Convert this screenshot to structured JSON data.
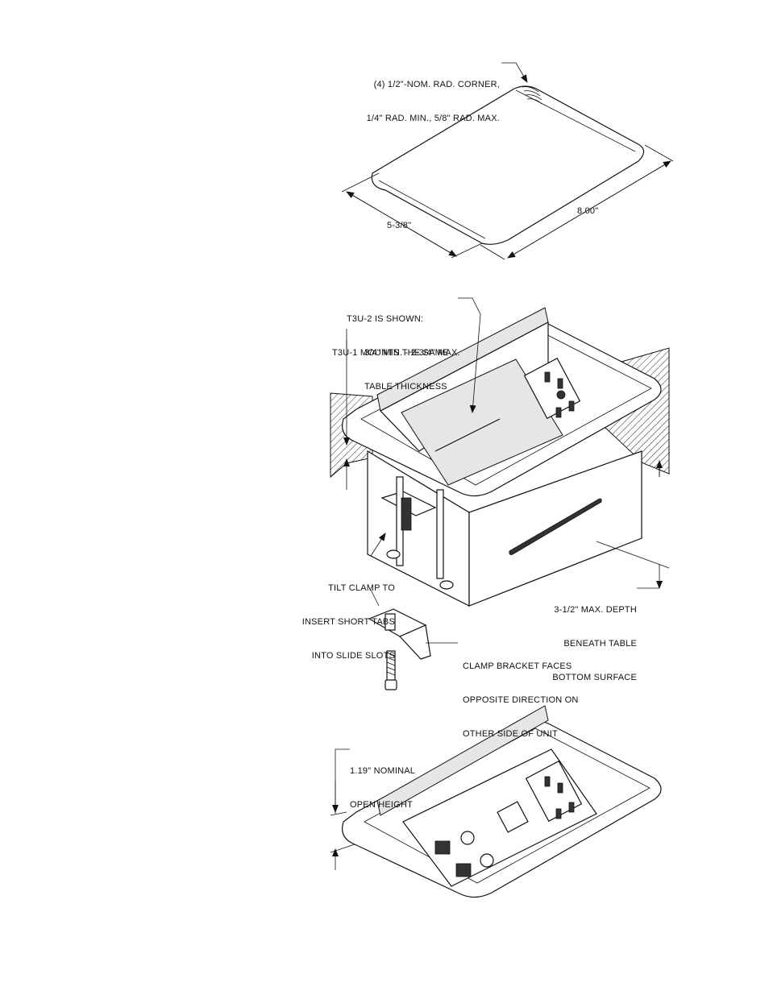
{
  "callouts": {
    "corner_radius": [
      "(4) 1/2\"-NOM. RAD. CORNER,",
      "1/4\" RAD. MIN., 5/8\" RAD. MAX."
    ],
    "width_dim": "5-3/8\"",
    "length_dim": "8.00\"",
    "model_note": [
      "T3U-2 IS SHOWN:",
      "T3U-1 MOUNTS THE SAME"
    ],
    "table_thickness": [
      "3/4\" MIN. - 2-3/4\" MAX.",
      "TABLE THICKNESS"
    ],
    "tilt_clamp": [
      "TILT CLAMP TO",
      "INSERT SHORT TABS",
      "INTO SLIDE SLOTS"
    ],
    "max_depth": [
      "3-1/2\" MAX. DEPTH",
      "BENEATH TABLE",
      "BOTTOM SURFACE"
    ],
    "clamp_bracket": [
      "CLAMP BRACKET FACES",
      "OPPOSITE DIRECTION ON",
      "OTHER SIDE OF UNIT"
    ],
    "open_height": [
      "1.19\" NOMINAL",
      "OPEN HEIGHT"
    ]
  }
}
